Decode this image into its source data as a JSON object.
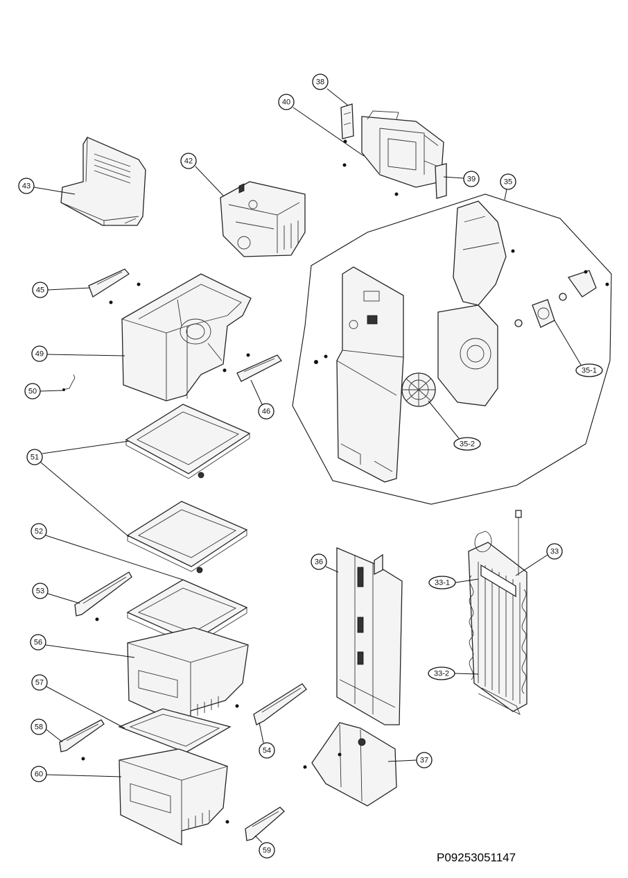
{
  "diagram": {
    "callouts": [
      {
        "label": "38"
      },
      {
        "label": "40"
      },
      {
        "label": "39"
      },
      {
        "label": "42"
      },
      {
        "label": "43"
      },
      {
        "label": "35"
      },
      {
        "label": "45"
      },
      {
        "label": "49"
      },
      {
        "label": "46"
      },
      {
        "label": "35-1"
      },
      {
        "label": "50"
      },
      {
        "label": "35-2"
      },
      {
        "label": "51"
      },
      {
        "label": "52"
      },
      {
        "label": "36"
      },
      {
        "label": "33"
      },
      {
        "label": "33-1"
      },
      {
        "label": "53"
      },
      {
        "label": "56"
      },
      {
        "label": "33-2"
      },
      {
        "label": "57"
      },
      {
        "label": "58"
      },
      {
        "label": "54"
      },
      {
        "label": "37"
      },
      {
        "label": "60"
      },
      {
        "label": "59"
      }
    ],
    "reference_code": "P09253051147"
  }
}
